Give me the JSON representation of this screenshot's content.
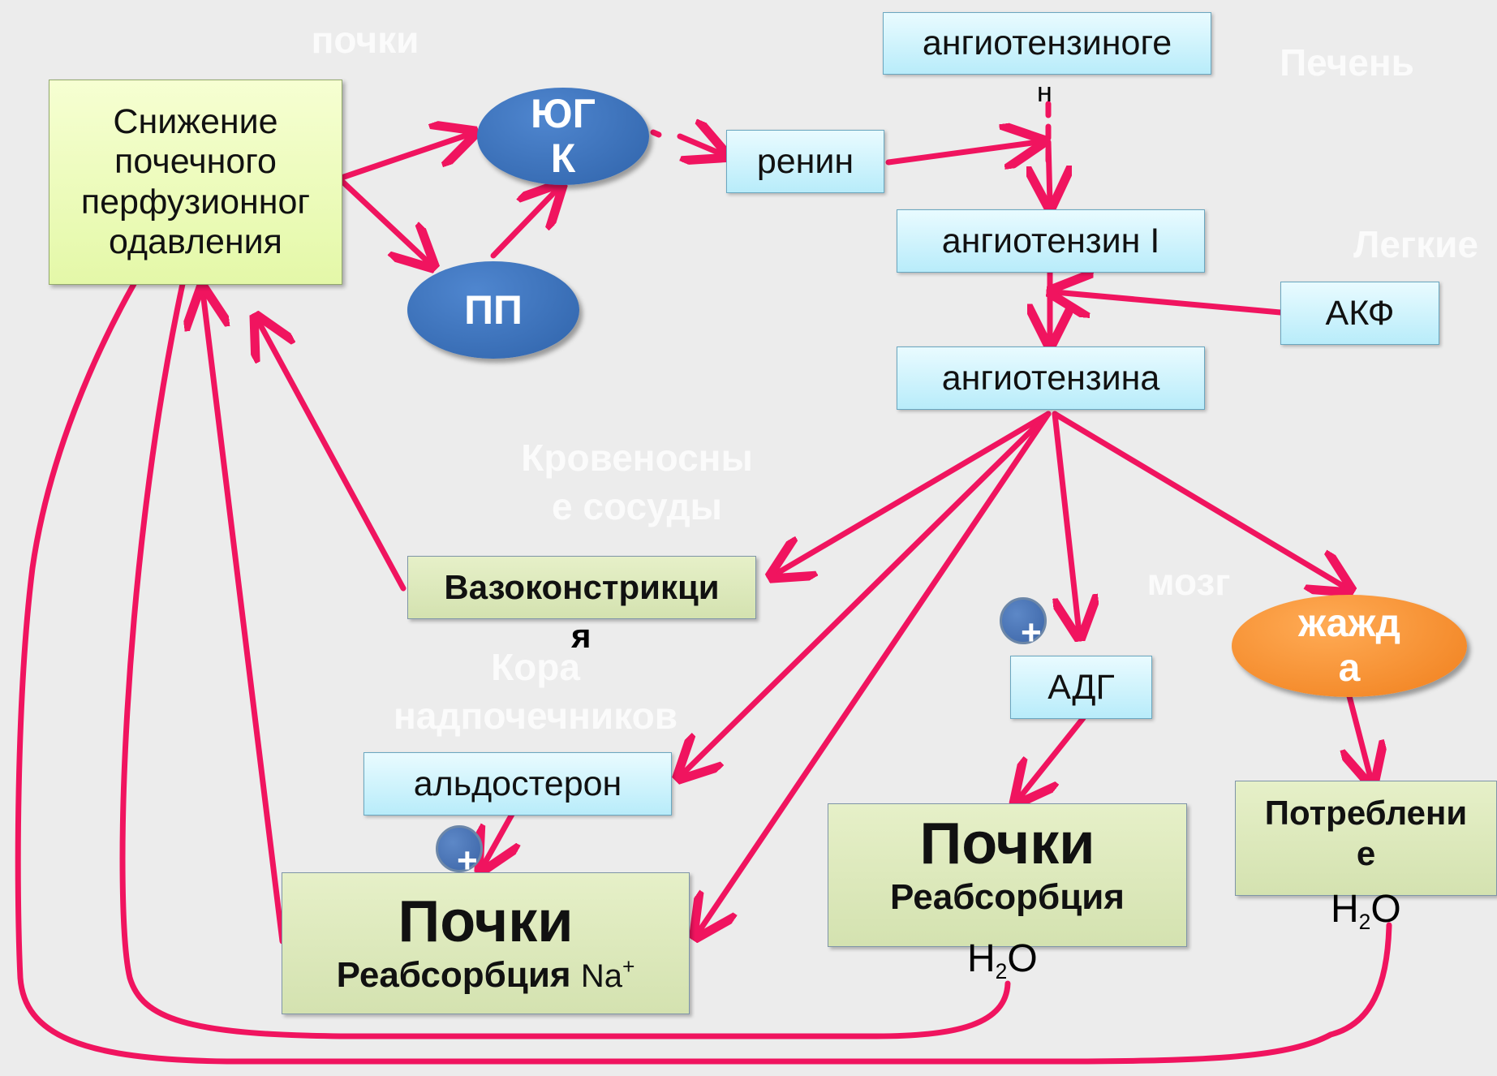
{
  "labels": {
    "kidneys_top": "почки",
    "liver": "Печень",
    "lungs": "Легкие",
    "vessels": "Кровеносны\nе сосуды",
    "brain": "мозг",
    "adrenal_cortex": "Кора\nнадпочечников"
  },
  "nodes": {
    "pressure_drop": "Снижение\nпочечного\nперфузионног\nодавления",
    "jga_line1": "ЮГ",
    "jga_line2": "К",
    "pp": "ПП",
    "renin": "ренин",
    "angiotensinogen": "ангиотензиноге",
    "angiotensinogen_overflow": "н",
    "angiotensin1": "ангиотензин I",
    "ace": "АКФ",
    "angiotensin2": "ангиотензина",
    "vasoconstriction": "Вазоконстрикци",
    "vasoconstriction_overflow": "я",
    "adh": "АДГ",
    "thirst_line1": "жажд",
    "thirst_line2": "а",
    "aldosterone": "альдостерон",
    "kidneys_na_title": "Почки",
    "kidneys_na_sub": "Реабсорбция",
    "kidneys_na_ion": "Na",
    "kidneys_na_charge": "+",
    "kidneys_h2o_title": "Почки",
    "kidneys_h2o_sub": "Реабсорбция",
    "kidneys_h2o_formula_a": "H",
    "kidneys_h2o_formula_sub": "2",
    "kidneys_h2o_formula_b": "O",
    "consumption_line1": "Потреблени",
    "consumption_line2": "е",
    "consumption_formula_a": "H",
    "consumption_formula_sub": "2",
    "consumption_formula_b": "O"
  },
  "markers": {
    "plus": "+"
  },
  "colors": {
    "arrow": "#f0145f",
    "oval_blue": "#3a6fba",
    "oval_orange": "#f38b2a",
    "box_green": "#d8e4b8",
    "box_cyan": "#c6eefa"
  }
}
